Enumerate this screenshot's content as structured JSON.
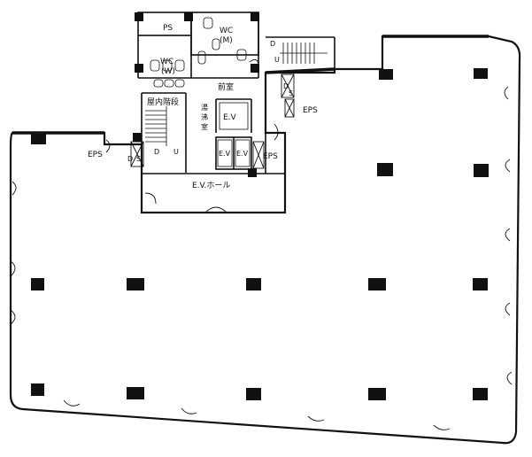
{
  "labels": {
    "ps": "PS",
    "wc_m_line1": "WC",
    "wc_m_line2": "(M)",
    "wc_w_line1": "WC",
    "wc_w_line2": "(W)",
    "maeshitsu": "前室",
    "okunai_kaidan": "屋内階段",
    "yuwakashi_1": "湯",
    "yuwakashi_2": "沸",
    "yuwakashi_3": "室",
    "ev_1": "E.V",
    "ev_2": "E.V",
    "ev_3": "E.V",
    "ev_hall": "E.V.ホール",
    "eps_left": "EPS",
    "eps_mid": "EPS",
    "eps_right": "EPS",
    "ds_left_1": "D",
    "ds_left_2": "S",
    "ds_right_1": "D",
    "ds_right_2": "S",
    "stair_d": "D",
    "stair_u": "U",
    "stair2_d": "D",
    "stair2_u": "U"
  },
  "colors": {
    "wall": "#111111",
    "background": "#ffffff"
  }
}
